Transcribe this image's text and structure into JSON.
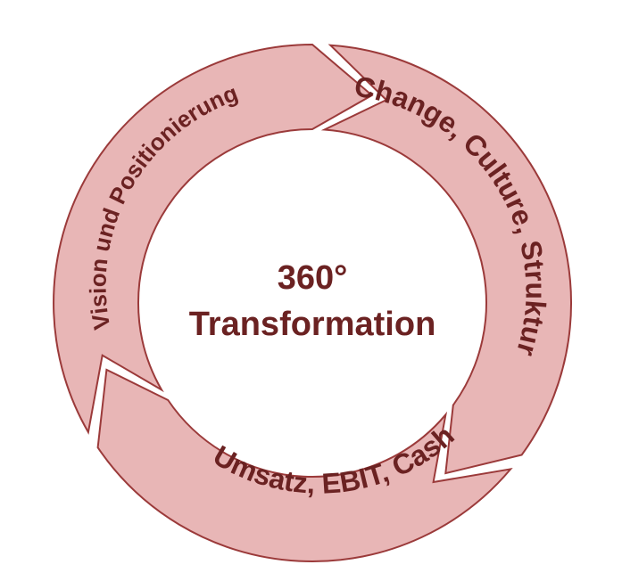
{
  "diagram": {
    "segments": [
      {
        "id": "vision",
        "label": "Vision und Positionierung"
      },
      {
        "id": "change",
        "label": "Change, Culture, Struktur"
      },
      {
        "id": "umsatz",
        "label": "Umsatz, EBIT, Cash"
      }
    ],
    "center": {
      "line1": "360°",
      "line2": "Transformation"
    },
    "colors": {
      "segment_fill": "#e8b6b6",
      "segment_stroke": "#9b3a3a",
      "text": "#6b2222"
    }
  }
}
